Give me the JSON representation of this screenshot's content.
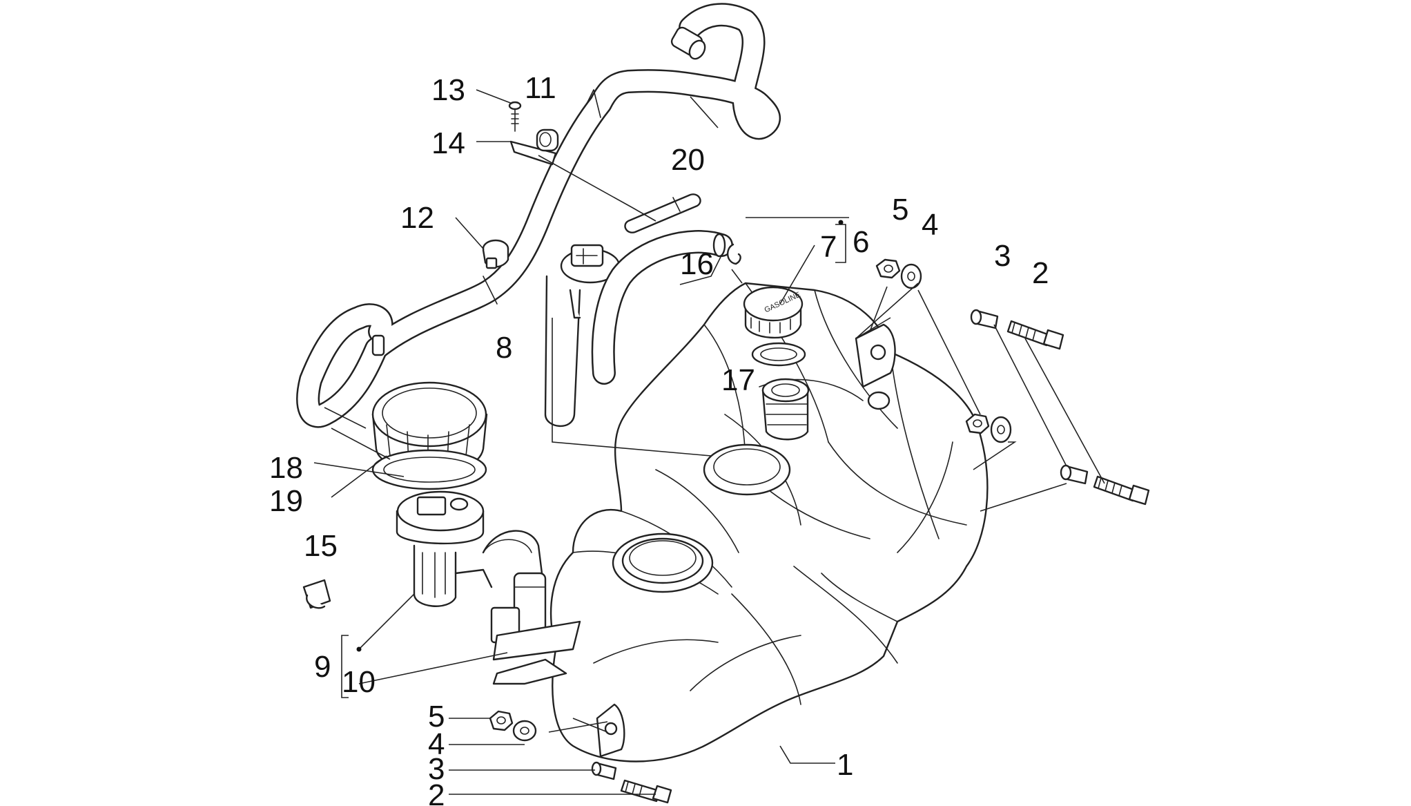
{
  "diagram": {
    "labels": {
      "p1": "1",
      "p2a": "2",
      "p2b": "2",
      "p3a": "3",
      "p3b": "3",
      "p4a": "4",
      "p4b": "4",
      "p5a": "5",
      "p5b": "5",
      "p6": "6",
      "p7": "7",
      "p8": "8",
      "p9": "9",
      "p10": "10",
      "p11": "11",
      "p12": "12",
      "p13": "13",
      "p14": "14",
      "p15": "15",
      "p16": "16",
      "p17": "17",
      "p18": "18",
      "p19": "19",
      "p20": "20"
    },
    "cap_text": "GASOLINE"
  }
}
